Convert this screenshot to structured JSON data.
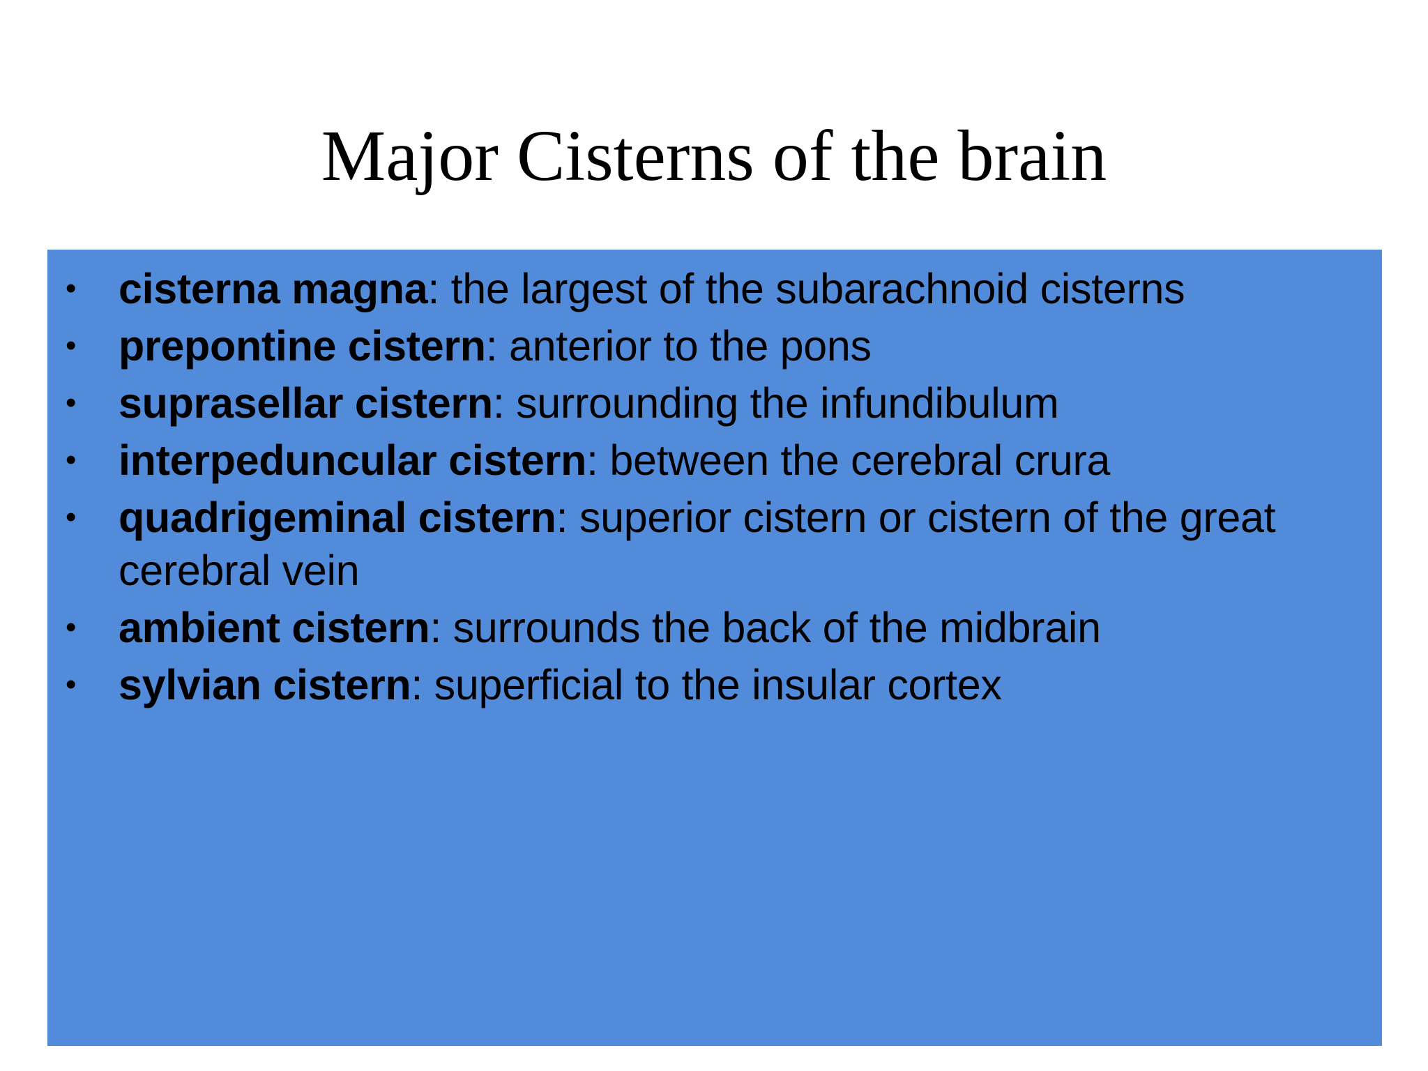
{
  "slide": {
    "title": "Major Cisterns of the brain",
    "background_color": "#ffffff",
    "panel_color": "#528bda",
    "text_color": "#000000",
    "bullet_glyph": "•"
  },
  "bullets": [
    {
      "term": "cisterna magna",
      "separator": ": ",
      "description": "the largest of the subarachnoid cisterns"
    },
    {
      "term": "prepontine cistern",
      "separator": ": ",
      "description": "anterior to the pons"
    },
    {
      "term": "suprasellar cistern",
      "separator": ": ",
      "description": "surrounding the infundibulum"
    },
    {
      "term": "interpeduncular cistern",
      "separator": ": ",
      "description": "between the cerebral crura"
    },
    {
      "term": "quadrigeminal cistern",
      "separator": ": ",
      "description": "superior cistern or cistern of the great cerebral vein"
    },
    {
      "term": "ambient cistern",
      "separator": ": ",
      "description": "surrounds the back of the midbrain"
    },
    {
      "term": "sylvian cistern",
      "separator": ": ",
      "description": "superficial to the insular cortex"
    }
  ]
}
